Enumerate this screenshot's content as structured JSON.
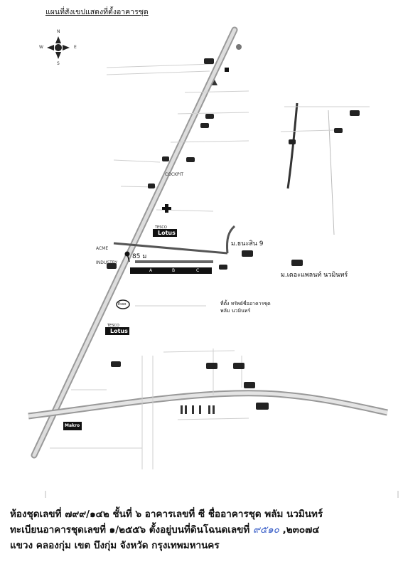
{
  "title": "แผนที่สังเขปแสดงที่ตั้งอาคารชุด",
  "compass": {
    "n": "N",
    "s": "S",
    "e": "E",
    "w": "W"
  },
  "labels": {
    "distance": "85 ม",
    "tanasin": "ม.ธนะสิน 9",
    "the_planet": "ม.เดอะแพลนท์ นวมินทร์",
    "location": "ที่ตั้ง ทรัพย์ชื่ออาคารชุด",
    "location2": "พลัม นวมินทร์",
    "tesco1": "TESCO",
    "lotus1": "Lotus",
    "tesco2": "TESCO",
    "lotus2": "Lotus",
    "esso": "Esso",
    "makro": "Makro",
    "cockpit": "COCKPIT",
    "acme": "ACME",
    "industry": "INDUSTRY",
    "bldg_a": "A",
    "bldg_b": "B",
    "bldg_c": "C"
  },
  "footer": {
    "line1": "ห้องชุดเลขที่ ๗๙๙/๑๔๒ ชั้นที่ ๖ อาคารเลขที่ ซี ชื่ออาคารชุด พลัม นวมินทร์",
    "line2_prefix": "ทะเบียนอาคารชุดเลขที่ ๑/๒๕๕๖ ตั้งอยู่บนที่ดินโฉนดเลขที่",
    "line2_hand": "๙๕๑๐",
    "line2_suffix": ",๒๓๐๗๔",
    "line3": "แขวง คลองกุ่ม เขต บึงกุ่ม จังหวัด กรุงเทพมหานคร"
  }
}
